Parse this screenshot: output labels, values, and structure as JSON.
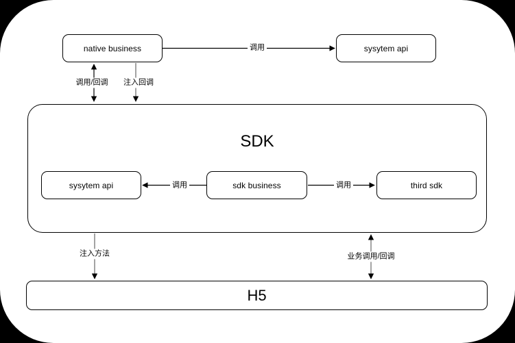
{
  "diagram": {
    "title_sdk": "SDK",
    "title_h5": "H5",
    "nodes": {
      "native_business": "native business",
      "system_api_top": "sysytem api",
      "system_api_inner": "sysytem api",
      "sdk_business": "sdk business",
      "third_sdk": "third sdk"
    },
    "edge_labels": {
      "native_to_api": "调用",
      "native_sdk_callback": "调用/回调",
      "native_sdk_inject": "注入回调",
      "sdkbiz_to_sysapi": "调用",
      "sdkbiz_to_thirdsdk": "调用",
      "sdk_to_h5_inject": "注入方法",
      "sdk_to_h5_business": "业务调用/回调"
    },
    "colors": {
      "background": "#000000",
      "surface": "#ffffff",
      "stroke": "#000000",
      "text": "#000000"
    }
  }
}
